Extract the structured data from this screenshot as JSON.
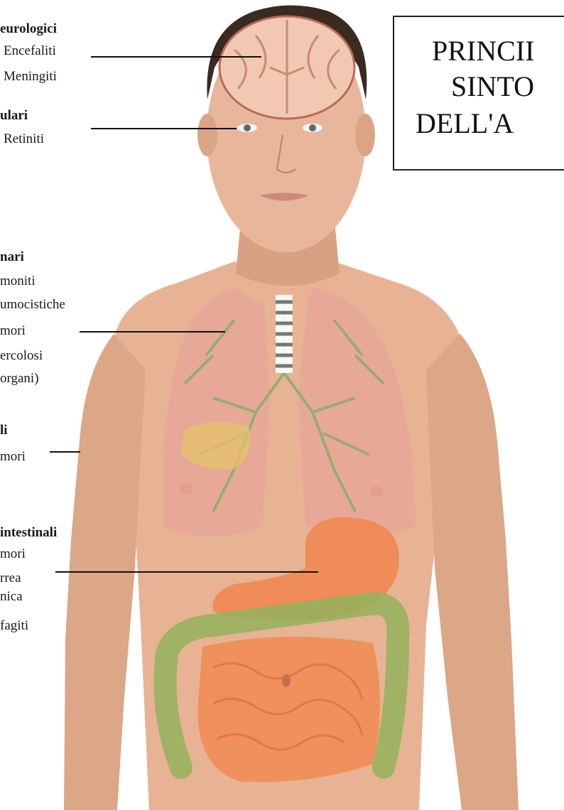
{
  "title": {
    "lines": [
      "PRINCII",
      "SINTO",
      "DELL'A"
    ]
  },
  "groups": [
    {
      "heading": "eurologici",
      "items": [
        "Encefaliti",
        "Meningiti"
      ]
    },
    {
      "heading": "ulari",
      "items": [
        "Retiniti"
      ]
    },
    {
      "heading": "nari",
      "items": [
        "moniti",
        "umocistiche",
        "mori",
        "ercolosi",
        "organi)"
      ]
    },
    {
      "heading": "li",
      "items": [
        "mori"
      ]
    },
    {
      "heading": "intestinali",
      "items": [
        "mori",
        "rrea",
        "nica",
        "fagiti"
      ]
    }
  ],
  "colors": {
    "skin": "#e7b394",
    "lungs": "#e8a598",
    "bronchi": "#8fae6a",
    "stomach": "#f08a54",
    "colon": "#93b25a",
    "brain": "#f1c8b1",
    "hair": "#3a2a20"
  }
}
